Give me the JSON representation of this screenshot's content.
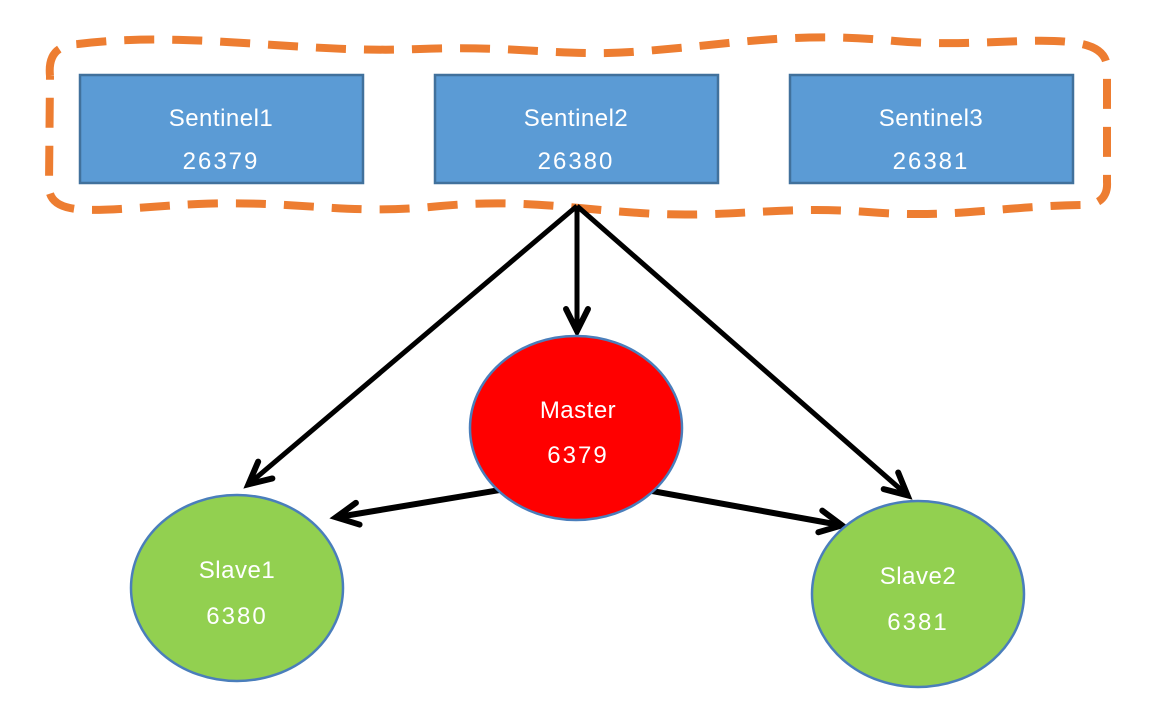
{
  "cluster": {
    "border_color": "#ED7D31",
    "box_fill": "#5B9BD5",
    "box_border": "#41719C",
    "sentinels": [
      {
        "label": "Sentinel1",
        "port": "26379"
      },
      {
        "label": "Sentinel2",
        "port": "26380"
      },
      {
        "label": "Sentinel3",
        "port": "26381"
      }
    ]
  },
  "nodes": {
    "ellipse_border": "#4A7EBB",
    "master": {
      "label": "Master",
      "port": "6379",
      "fill": "#FF0000"
    },
    "slave1": {
      "label": "Slave1",
      "port": "6380",
      "fill": "#92D050"
    },
    "slave2": {
      "label": "Slave2",
      "port": "6381",
      "fill": "#92D050"
    }
  },
  "arrows": {
    "color": "#000000",
    "edges": [
      {
        "from": "sentinel-cluster",
        "to": "master"
      },
      {
        "from": "sentinel-cluster",
        "to": "slave1"
      },
      {
        "from": "sentinel-cluster",
        "to": "slave2"
      },
      {
        "from": "master",
        "to": "slave1"
      },
      {
        "from": "master",
        "to": "slave2"
      }
    ]
  }
}
